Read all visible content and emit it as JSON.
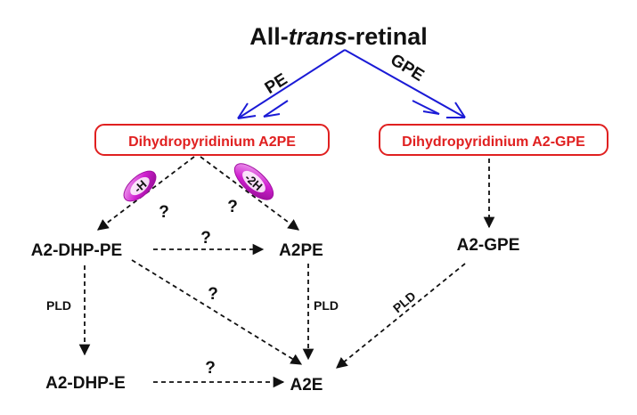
{
  "nodes": {
    "retinal": {
      "prefix": "All-",
      "italic": "trans",
      "suffix": "-retinal"
    },
    "dihydro_a2pe": "Dihydropyridinium A2PE",
    "dihydro_a2gpe": "Dihydropyridinium A2-GPE",
    "a2_dhp_pe": "A2-DHP-PE",
    "a2pe": "A2PE",
    "a2_gpe": "A2-GPE",
    "a2_dhp_e": "A2-DHP-E",
    "a2e": "A2E"
  },
  "edge_labels": {
    "pe": "PE",
    "gpe": "GPE",
    "minus_h": "-H",
    "minus_2h": "-2H",
    "pld_left": "PLD",
    "pld_middle": "PLD",
    "pld_right": "PLD",
    "unknown": "?"
  },
  "colors": {
    "blue_arrows": "#1a1ad6",
    "red_box": "#e02020",
    "magenta_badge": "#d020d0",
    "text": "#111111"
  }
}
